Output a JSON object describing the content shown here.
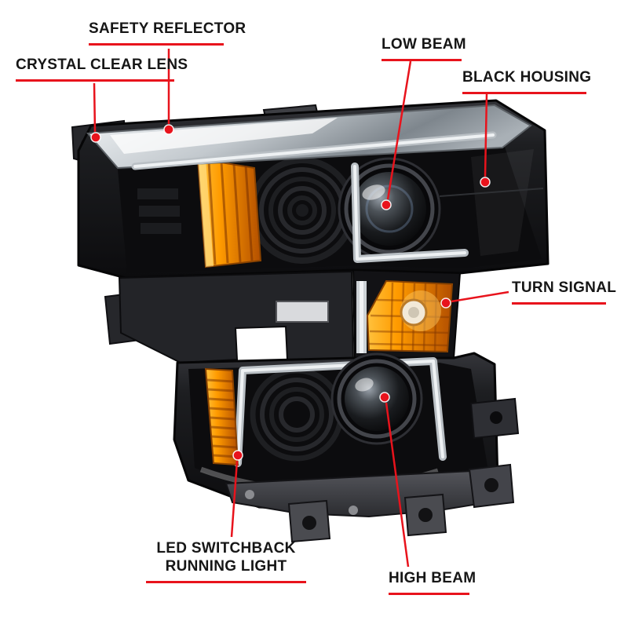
{
  "colors": {
    "background": "#ffffff",
    "accent-red": "#e8131c",
    "amber": "#f59300",
    "housing-black": "#131316",
    "lens-silver": "#c3c9ce",
    "label-text": "#161616"
  },
  "callouts": {
    "safety_reflector": {
      "label": "SAFETY REFLECTOR"
    },
    "crystal_clear_lens": {
      "label": "CRYSTAL CLEAR LENS"
    },
    "low_beam": {
      "label": "LOW BEAM"
    },
    "black_housing": {
      "label": "BLACK HOUSING"
    },
    "turn_signal": {
      "label": "TURN SIGNAL"
    },
    "led_switchback_running_light": {
      "label_line1": "LED SWITCHBACK",
      "label_line2": "RUNNING LIGHT"
    },
    "high_beam": {
      "label": "HIGH BEAM"
    }
  }
}
